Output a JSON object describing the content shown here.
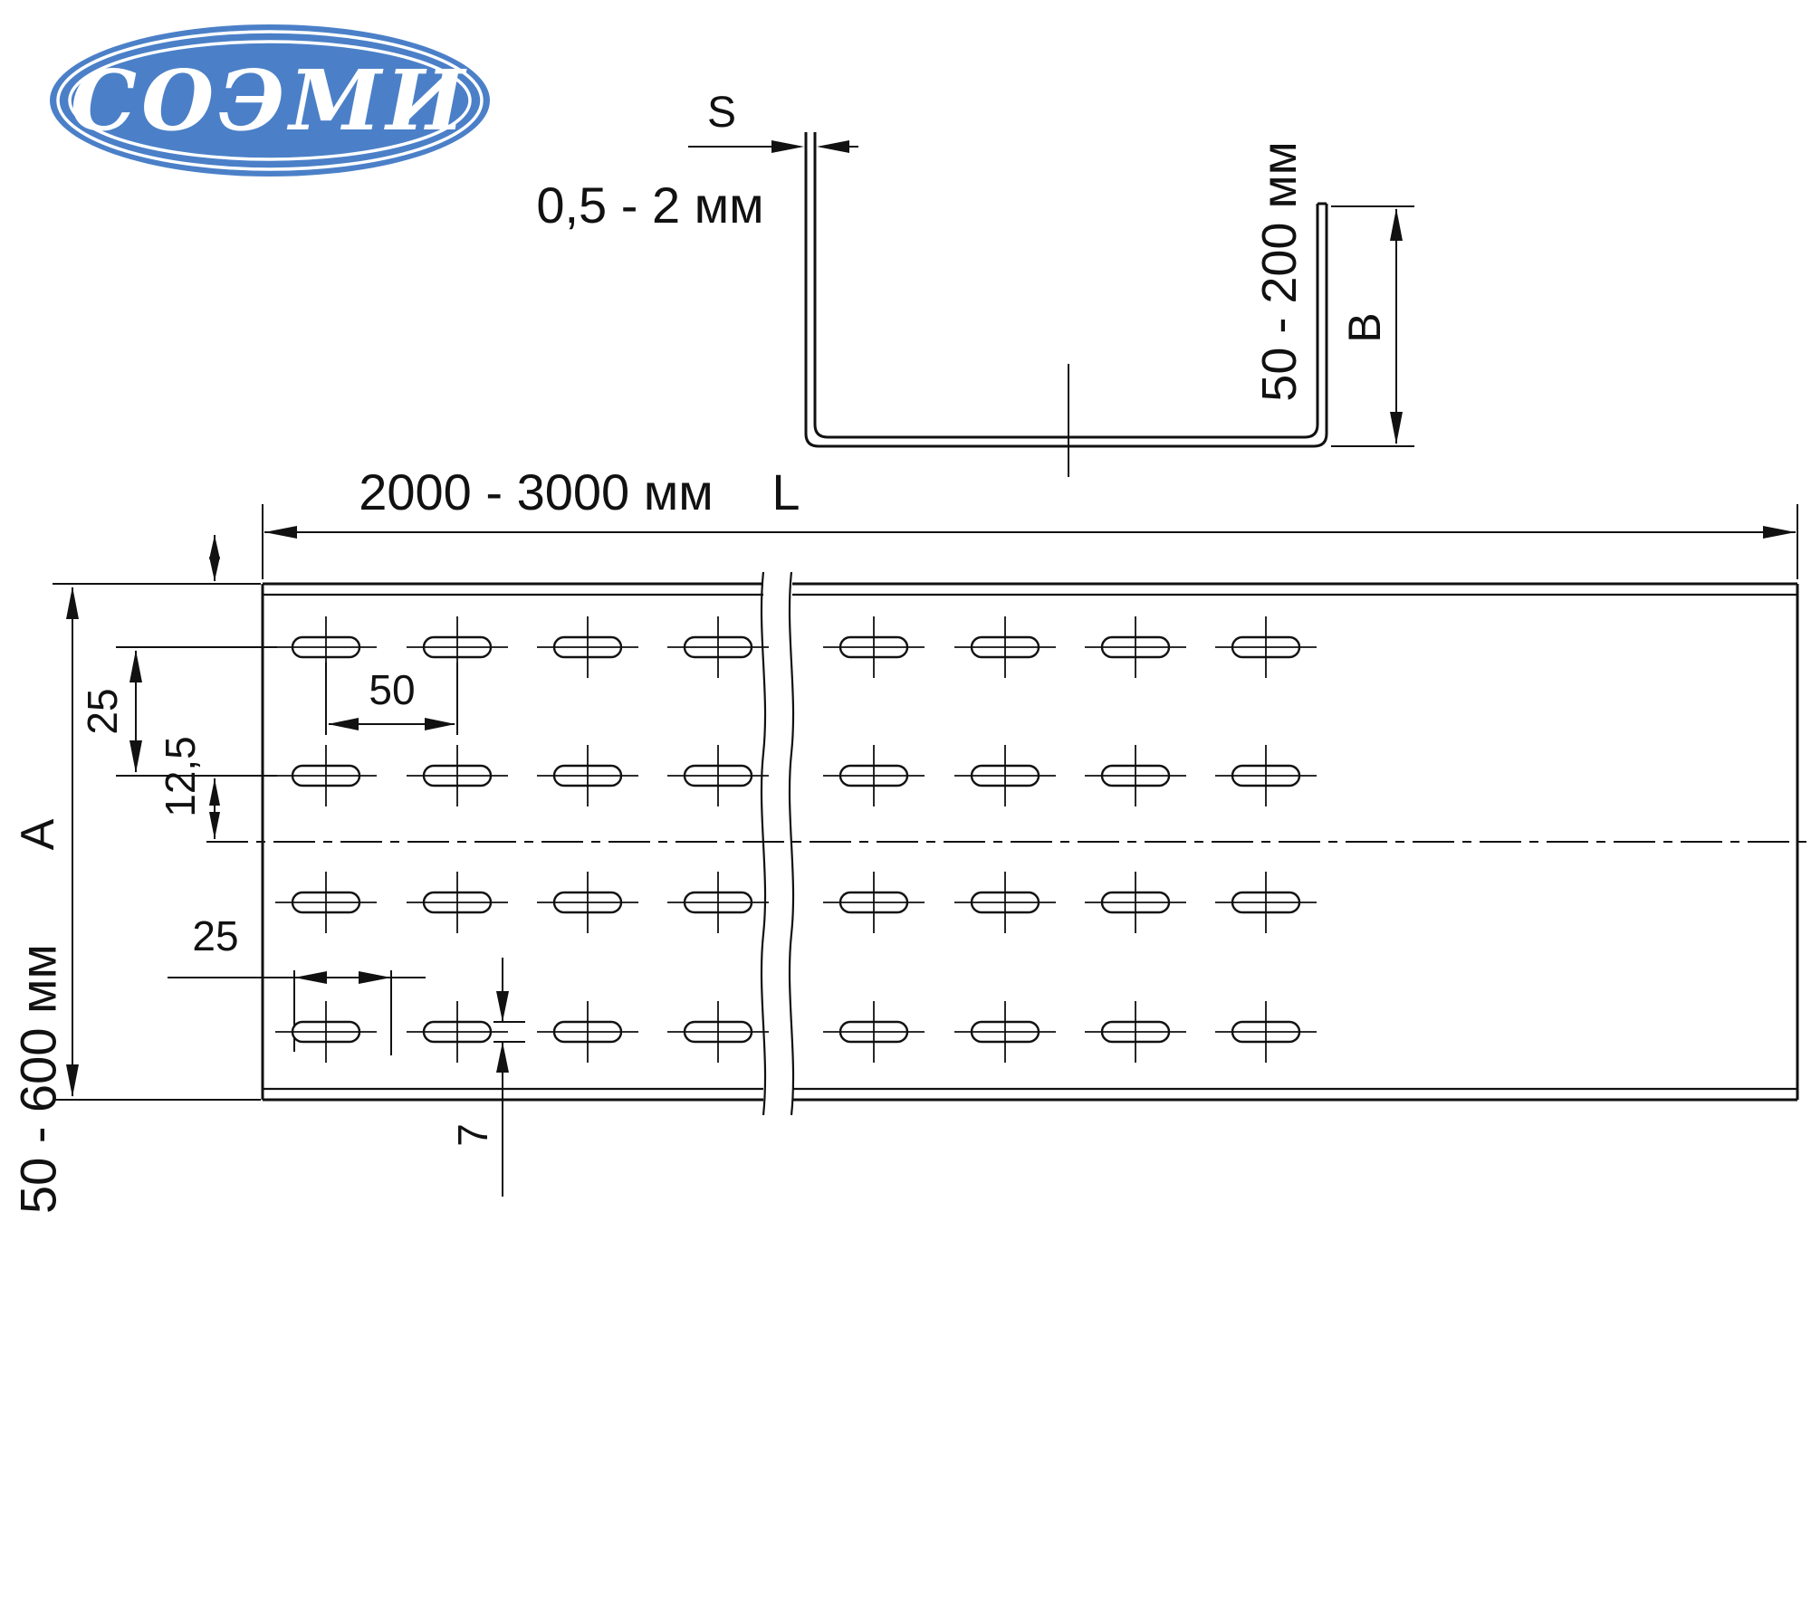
{
  "logo": {
    "text": "СОЭМИ",
    "color": "#4b80c8"
  },
  "profile": {
    "thickness_symbol": "S",
    "thickness_range": "0,5 - 2 мм",
    "height_range": "50 - 200 мм",
    "height_symbol": "B"
  },
  "plan": {
    "length_range": "2000 - 3000 мм",
    "length_symbol": "L",
    "width_range": "50 - 600 мм",
    "width_symbol": "A",
    "dim_row_spacing": "25",
    "dim_row_half": "12,5",
    "dim_slot_pitch": "50",
    "dim_slot_offset": "25",
    "dim_slot_height": "7"
  }
}
